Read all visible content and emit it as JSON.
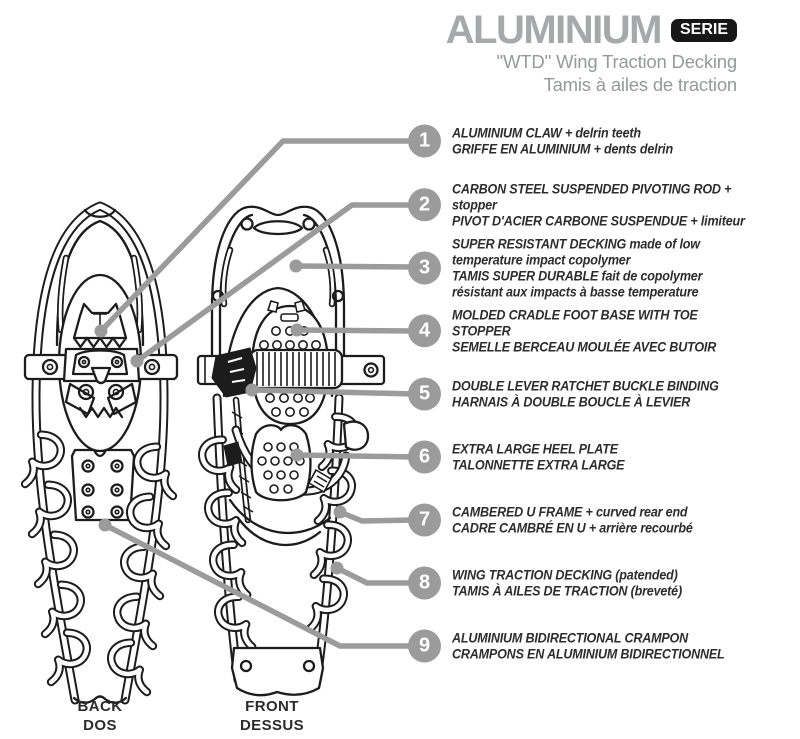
{
  "header": {
    "title": "ALUMINIUM",
    "badge": "SERIE",
    "subtitle_en": "''WTD'' Wing Traction Decking",
    "subtitle_fr": "Tamis à ailes de traction"
  },
  "figure": {
    "back_label": [
      "BACK",
      "DOS"
    ],
    "front_label": [
      "FRONT",
      "DESSUS"
    ],
    "icons": [
      "snowshoe-back-view",
      "snowshoe-front-view"
    ]
  },
  "callouts": [
    {
      "number": "1",
      "en": [
        "ALUMINIUM  CLAW + delrin teeth"
      ],
      "fr": [
        "GRIFFE EN ALUMINIUM + dents delrin"
      ]
    },
    {
      "number": "2",
      "en": [
        "CARBON STEEL SUSPENDED PIVOTING ROD + stopper"
      ],
      "fr": [
        "PIVOT D'ACIER CARBONE SUSPENDUE + limiteur"
      ]
    },
    {
      "number": "3",
      "en": [
        "SUPER RESISTANT DECKING made of low",
        "temperature impact copolymer"
      ],
      "fr": [
        "TAMIS SUPER DURABLE fait de copolymer",
        "résistant aux impacts à basse temperature"
      ]
    },
    {
      "number": "4",
      "en": [
        "MOLDED CRADLE FOOT BASE WITH TOE STOPPER"
      ],
      "fr": [
        "SEMELLE BERCEAU MOULÉE AVEC BUTOIR"
      ]
    },
    {
      "number": "5",
      "en": [
        "DOUBLE LEVER RATCHET BUCKLE BINDING"
      ],
      "fr": [
        "HARNAIS À DOUBLE BOUCLE À LEVIER"
      ]
    },
    {
      "number": "6",
      "en": [
        "EXTRA LARGE HEEL PLATE"
      ],
      "fr": [
        "TALONNETTE EXTRA LARGE"
      ]
    },
    {
      "number": "7",
      "en": [
        "CAMBERED  U  FRAME + curved rear end"
      ],
      "fr": [
        "CADRE CAMBRÉ EN  U  + arrière recourbé"
      ]
    },
    {
      "number": "8",
      "en": [
        "WING TRACTION DECKING (patended)"
      ],
      "fr": [
        "TAMIS À AILES DE TRACTION (breveté)"
      ]
    },
    {
      "number": "9",
      "en": [
        "ALUMINIUM BIDIRECTIONAL CRAMPON"
      ],
      "fr": [
        "CRAMPONS EN ALUMINIUM BIDIRECTIONNEL"
      ]
    }
  ],
  "colors": {
    "accent_gray": "#9b9b9b",
    "title_gray": "#a7a8aa",
    "badge_bg": "#171717",
    "text_dark": "#2d2d2d",
    "line_black": "#1c1c1c",
    "background": "#ffffff"
  }
}
